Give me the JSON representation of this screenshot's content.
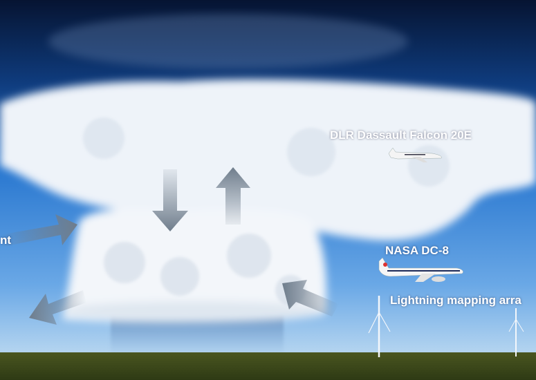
{
  "labels": {
    "inflow_label": "nt",
    "falcon": "DLR Dassault Falcon 20E",
    "dc8": "NASA DC-8",
    "lma": "Lightning mapping arra"
  },
  "colors": {
    "sky_top": "#061432",
    "sky_mid": "#1e62b8",
    "sky_low": "#a8cdee",
    "ground": "#3f4a1c",
    "arrow": "#6f7d8c"
  }
}
